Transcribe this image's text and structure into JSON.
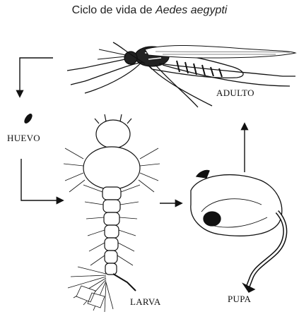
{
  "title": {
    "prefix": "Ciclo de vida de ",
    "species": "Aedes aegypti"
  },
  "stages": {
    "adult": "ADULTO",
    "egg": "HUEVO",
    "larva": "LARVA",
    "pupa": "PUPA"
  },
  "flow_sequence": [
    "HUEVO",
    "LARVA",
    "PUPA",
    "ADULTO",
    "HUEVO"
  ]
}
